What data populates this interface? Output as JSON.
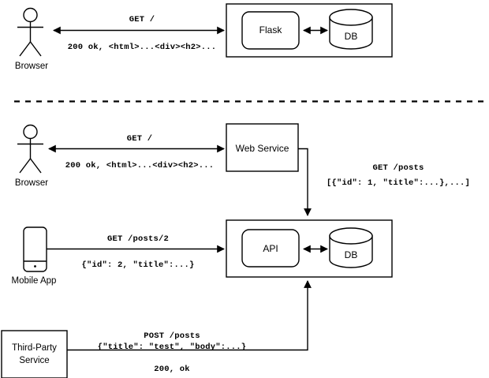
{
  "diagram": {
    "title_text": "",
    "colors": {
      "stroke": "#000000",
      "fill": "#ffffff",
      "background": "#ffffff"
    },
    "sections": {
      "top": {
        "name": "monolith-architecture",
        "actor": {
          "label": "Browser",
          "icon": "stick-figure-icon"
        },
        "server_box": {
          "label": ""
        },
        "app_node": {
          "label": "Flask"
        },
        "db_node": {
          "label": "DB",
          "icon": "database-cylinder-icon"
        },
        "request_label": "GET /",
        "response_label": "200 ok, <html>...<div><h2>..."
      },
      "divider": {
        "style": "dashed"
      },
      "bottom": {
        "name": "service-architecture",
        "browser_actor": {
          "label": "Browser",
          "icon": "stick-figure-icon"
        },
        "web_service_node": {
          "label": "Web Service"
        },
        "browser_request_label": "GET /",
        "browser_response_label": "200 ok, <html>...<div><h2>...",
        "web_to_api_request_label": "GET /posts",
        "web_to_api_response_label": "[{\"id\": 1, \"title\":...},...]",
        "mobile_actor": {
          "label": "Mobile App",
          "icon": "mobile-phone-icon"
        },
        "mobile_request_label": "GET /posts/2",
        "mobile_response_label": "{\"id\": 2, \"title\":...}",
        "api_box": {
          "label": ""
        },
        "api_node": {
          "label": "API"
        },
        "api_db_node": {
          "label": "DB",
          "icon": "database-cylinder-icon"
        },
        "third_party_node": {
          "label_line1": "Third-Party",
          "label_line2": "Service"
        },
        "third_party_request_label": "POST /posts",
        "third_party_body_label": "{\"title\": \"test\", \"body\":...}",
        "third_party_response_label": "200, ok"
      }
    }
  }
}
